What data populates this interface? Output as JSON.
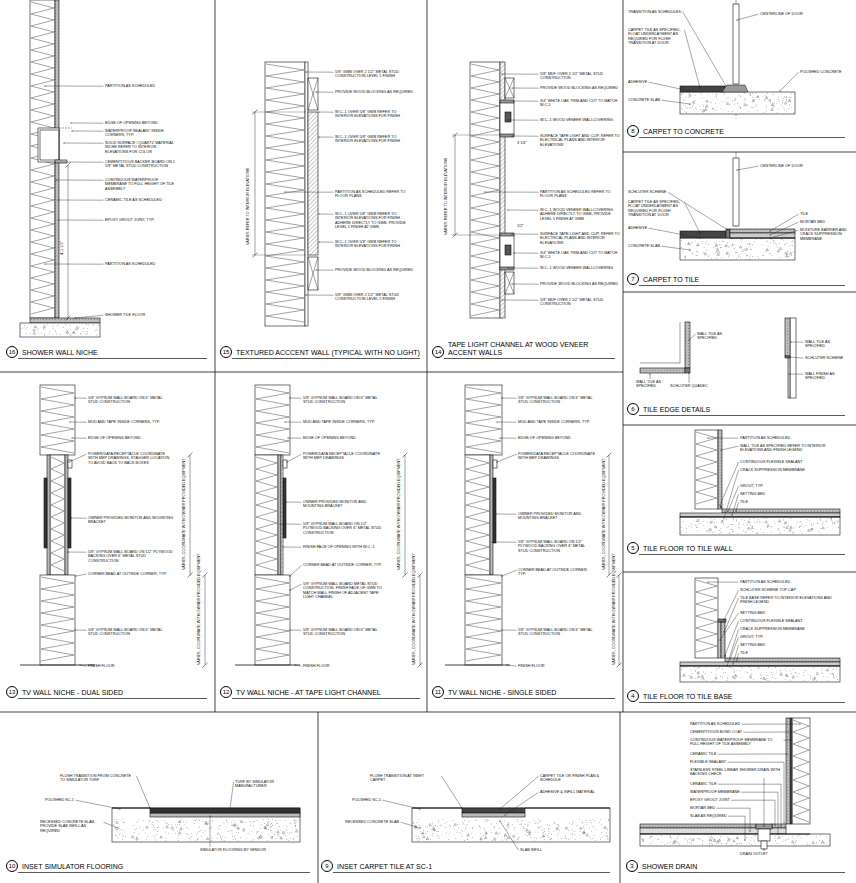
{
  "diagram": {
    "nodes": [
      {
        "text": [
          "16"
        ]
      },
      {
        "text": [
          "15"
        ]
      },
      {
        "text": [
          "14"
        ]
      },
      {
        "text": [
          "8"
        ]
      },
      {
        "text": [
          "7"
        ]
      },
      {
        "text": [
          "6"
        ]
      },
      {
        "text": [
          "13"
        ]
      },
      {
        "text": [
          "12"
        ]
      },
      {
        "text": [
          "11"
        ]
      },
      {
        "text": [
          "5"
        ]
      },
      {
        "text": [
          "4"
        ]
      },
      {
        "text": [
          "10"
        ]
      },
      {
        "text": [
          "9"
        ]
      },
      {
        "text": [
          "3"
        ]
      }
    ],
    "labels": [
      "SHOWER WALL NICHE",
      "TEXTURED ACCCENT WALL (TYPICAL WITH NO LIGHT)",
      "TAPE LIGHT CHANNEL AT WOOD VENEER ACCENT WALLS",
      "CARPET TO CONCRETE",
      "CARPET TO TILE",
      "TILE EDGE DETAILS",
      "TV WALL NICHE - DUAL SIDED",
      "TV WALL NICHE - AT TAPE LIGHT CHANNEL",
      "TV WALL NICHE - SINGLE SIDED",
      "TILE FLOOR TO TILE WALL",
      "TILE FLOOR TO TILE BASE",
      "INSET SIMULATOR FLOORING",
      "INSET CARPET TILE AT SC-1",
      "SHOWER DRAIN",
      "PARTITION AS SCHEDULED",
      "EDGE OF OPENING BEYOND",
      "WATERPROOF SEALANT INSIDE CORNERS, TYP.",
      "SOLID SURFACE / QUARTZ MATERIAL NICHE REFER TO INTERIOR ELEVATIONS FOR COLOR",
      "CEMENTITIOUS BACKER BOARD ON 1 5/8\" METAL STUD CONSTRUCTION",
      "CONTINUOUS WATERPROOF MEMBRANE TO FULL HEIGHT OF TILE ASSEMBLY",
      "CERAMIC TILE AS SCHEDULED",
      "EPOXY GROUT JOINT, TYP.",
      "PARTITION AS SCHEDULED",
      "SHOWER TILE FLOOR",
      "4'-1 1/2\"",
      "5/8\" GWB OVER 2 1/2\" METAL STUD CONSTRUCTION LEVEL 5 FINISH",
      "PROVIDE WOOD BLOCKING AS REQUIRED",
      "W.C.-1 OVER 5/8\" GWB REFER TO INTERIOR ELEVATIONS FOR FINISH",
      "W.C.-1 OVER 5/8\" GWB REFER TO INTERIOR ELEVATIONS FOR FINISH",
      "PARTITION AS SCHEDULED REFER TO FLOOR PLANS",
      "W.C.-1 OVER 5/8\" GWB REFER TO INTERIOR ELEVATIONS FOR FINISH ADHERE DIRECTLY TO GWB, PROVIDE LEVEL 5 FINISH AT GWB",
      "W.C.-1 OVER 5/8\" GWB REFER TO INTERIOR ELEVATIONS FOR FINISH",
      "PROVIDE WOOD BLOCKING AS REQUIRED",
      "5/8\" GWB OVER 2 1/2\" METAL STUD CONSTRUCTION LEVEL 5 FINISH",
      "VARIES REFER TO INTERIOR ELEVATIONS",
      "5/8\" MDF OVER 2 1/2\" METAL STUD CONSTRUCTION",
      "PROVIDE WOOD BLOCKING AS REQUIRED",
      "3/4\" WHITE OAK TRIM AND CUT TO MATCH W.C.1",
      "W.C.-1 WOOD VENEER WALLCOVERING",
      "SURFACE TAPE LIGHT AND CLIP, REFER TO ELECTRICAL PLANS AND INTERIOR ELEVATIONS",
      "PARTITION AS SCHEDULED REFER TO FLOOR PLANS",
      "W.C.-1 WOOD VENEER WALLCOVERING ADHERE DIRECTLY TO GWB, PROVIDE LEVEL 5 FINISH AT GWB",
      "SURFACE TAPE LIGHT AND CLIP, REFER TO ELECTRICAL PLANS AND INTERIOR ELEVATIONS",
      "3/4\" WHITE OAK TRIM AND CUT TO MATCH W.C.1",
      "W.C.-1 WOOD VENEER WALLCOVERING",
      "PROVIDE WOOD BLOCKING AS REQUIRED",
      "5/8\" MDF OVER 2 1/2\" METAL STUD CONSTRUCTION",
      "VARIES REFER TO INTERIOR ELEVATIONS",
      "3 1/4\"",
      "1/2\"",
      "5/8\" GYPSUM WALL BOARD ON 6\" METAL STUD CONSTRUCTION",
      "MUD AND TAPE INSIDE CORNERS, TYP.",
      "EDGE OF OPENING BEYOND",
      "POWER/DATA RECEPTACLE COORDINATE WITH MEP DRAWINGS, STAGGER LOCATION TO AVOID BACK TO BACK BOXES",
      "OWNER PROVIDED MONITOR AND MOUNTING BRACKET",
      "5/8\" GYPSUM WALL BOARD ON 1/2\" PLYWOOD BACKING OVER 6\" METAL STUD CONSTRUCTION",
      "CORNER BEAD AT OUTSIDE CORNER, TYP.",
      "5/8\" GYPSUM WALL BOARD ON 6\" METAL STUD CONSTRUCTION",
      "FINISH FLOOR",
      "VARIES, COORDINATE WITH OWNER PROVIDED EQUIPMENT",
      "VARIES, COORDINATE WITH OWNER PROVIDED EQUIPMENT",
      "5/8\" GYPSUM WALL BOARD ON 6\" METAL STUD CONSTRUCTION",
      "MUD AND TAPE INSIDE CORNERS, TYP.",
      "EDGE OF OPENING BEYOND",
      "POWER/DATA RECEPTACLE COORDINATE WITH MEP DRAWINGS",
      "OWNER PROVIDED MONITOR AND MOUNTING BRACKET",
      "5/8\" GYPSUM WALL BOARD ON 1/2\" PLYWOOD BACKING OVER 6\" METAL STUD CONSTRUCTION",
      "FINISH FACE OF OPENING WITH W.C.-1",
      "CORNER BEAD AT OUTSIDE CORNER, TYP.",
      "5/8\" GYPSUM WALL BOARD METAL STUD CONSTRUCTION. FINISH FACE OF GWB TO MATCH WALL FINISH OF ADJACENT TAPE LIGHT CHANNEL",
      "5/8\" GYPSUM WALL BOARD ON 6\" METAL STUD CONSTRUCTION",
      "FINISH FLOOR",
      "VARIES, COORDINATE WITH OWNER PROVIDED EQUIPMENT",
      "VARIES, COORDINATE WITH OWNER PROVIDED EQUIPMENT",
      "5/8\" GYPSUM WALL BOARD ON 6\" METAL STUD CONSTRUCTION",
      "MUD AND TAPE INSIDE CORNERS, TYP.",
      "EDGE OF OPENING BEYOND",
      "POWER/DATA RECEPTACLE COORDINATE WITH MEP DRAWINGS",
      "OWNER PROVIDED MONITOR AND MOUNTING BRACKET",
      "5/8\" GYPSUM WALL BOARD ON 1/2\" PLYWOOD BACKING OVER 6\" METAL STUD CONSTRUCTION",
      "CORNER BEAD AT OUTSIDE CORNER, TYP.",
      "5/8\" GYPSUM WALL BOARD ON 6\" METAL STUD CONSTRUCTION",
      "FINISH FLOOR",
      "VARIES, COORDINATE WITH OWNER PROVIDED EQUIPMENT",
      "VARIES, COORDINATE WITH OWNER PROVIDED EQUIPMENT",
      "TRANSITION AS SCHEDULED",
      "CARPET TILE AS SPECIFIED, FLOAT UNDERLAYMENT AS REQUIRED FOR FLUSH TRANSITION AT DOOR",
      "ADHESIVE",
      "CONCRETE SLAB",
      "CENTERLINE OF DOOR",
      "POLISHED CONCRETE",
      "SCHLUTER SCHIENE",
      "CARPET TILE AS SPECIFIED, FLOAT UNDERLAYMENT AS REQUIRED FOR FLUSH TRANSITION AT DOOR",
      "ADHESIVE",
      "CONCRETE SLAB",
      "CENTERLINE OF DOOR",
      "TILE",
      "MORTAR BED",
      "MOISTURE BARRIER AND CRACK SUPPRESSION MEMBRANE",
      "WALL TILE AS SPECIFIED",
      "WALL TILE AS SPECIFIED",
      "SCHLUTER QUADEC",
      "WALL TILE AS SPECIFIED",
      "SCHLUTER SCHIENE",
      "WALL FINISH AS SPECIFIED",
      "PARTITION AS SCHEDULED",
      "WALL TILE AS SPECIFIED REFER TO INTERIOR ELEVATIONS AND FINISH LEGEND",
      "CONTINUOUS FLEXIBLE SEALANT",
      "CRACK SUPPRESSION MEMBRANE",
      "GROUT, TYP.",
      "SETTING BED",
      "TILE",
      "PARTITION AS SCHEDULED",
      "SCHLUTER SCHIENE TOP CAP",
      "TILE BASE REFER TO INTERIOR ELEVATIONS AND FINISH LEGEND",
      "SETTING BED",
      "CONTINUOUS FLEXIBLE SEALANT",
      "CRACK SUPPRESSION MEMBRANE",
      "GROUT, TYP.",
      "SETTING BED",
      "TILE",
      "FLUSH TRANSITION FROM CONCRETE TO SIMULATOR TURF",
      "POLISHED SC-1",
      "RECESSED CONCRETE SLAB, PROVIDE SLAB INFILL AS REQUIRED",
      "TURF BY SIMULATOR MANUFACTURER",
      "SIMULATOR FLOORING BY VENDOR",
      "FLUSH TRANSITION AT INSET CARPET",
      "POLISHED SC-1",
      "RECESSED CONCRETE SLAB",
      "CARPET TILE OR FINISH PLAN & SCHEDULE",
      "ADHESIVE & INFILL MATERIAL",
      "SLAB INFILL",
      "PARTITION AS SCHEDULED",
      "CEMENTITIOUS BOND COAT",
      "CONTINUOUS WATERPROOF MEMBRANE TO FULL HEIGHT OF TILE ASSEMBLY",
      "CERAMIC TILE",
      "FLEXIBLE SEALANT",
      "STAINLESS STEEL LINEAR SHOWER DRAIN WITH BACKING CHECK",
      "CERAMIC TILE",
      "WATERPROOF MEMBRANE",
      "EPOXY GROUT JOINT",
      "MORTAR BED",
      "SLAB AS REQUIRED",
      "DRAIN OUTLET"
    ]
  }
}
